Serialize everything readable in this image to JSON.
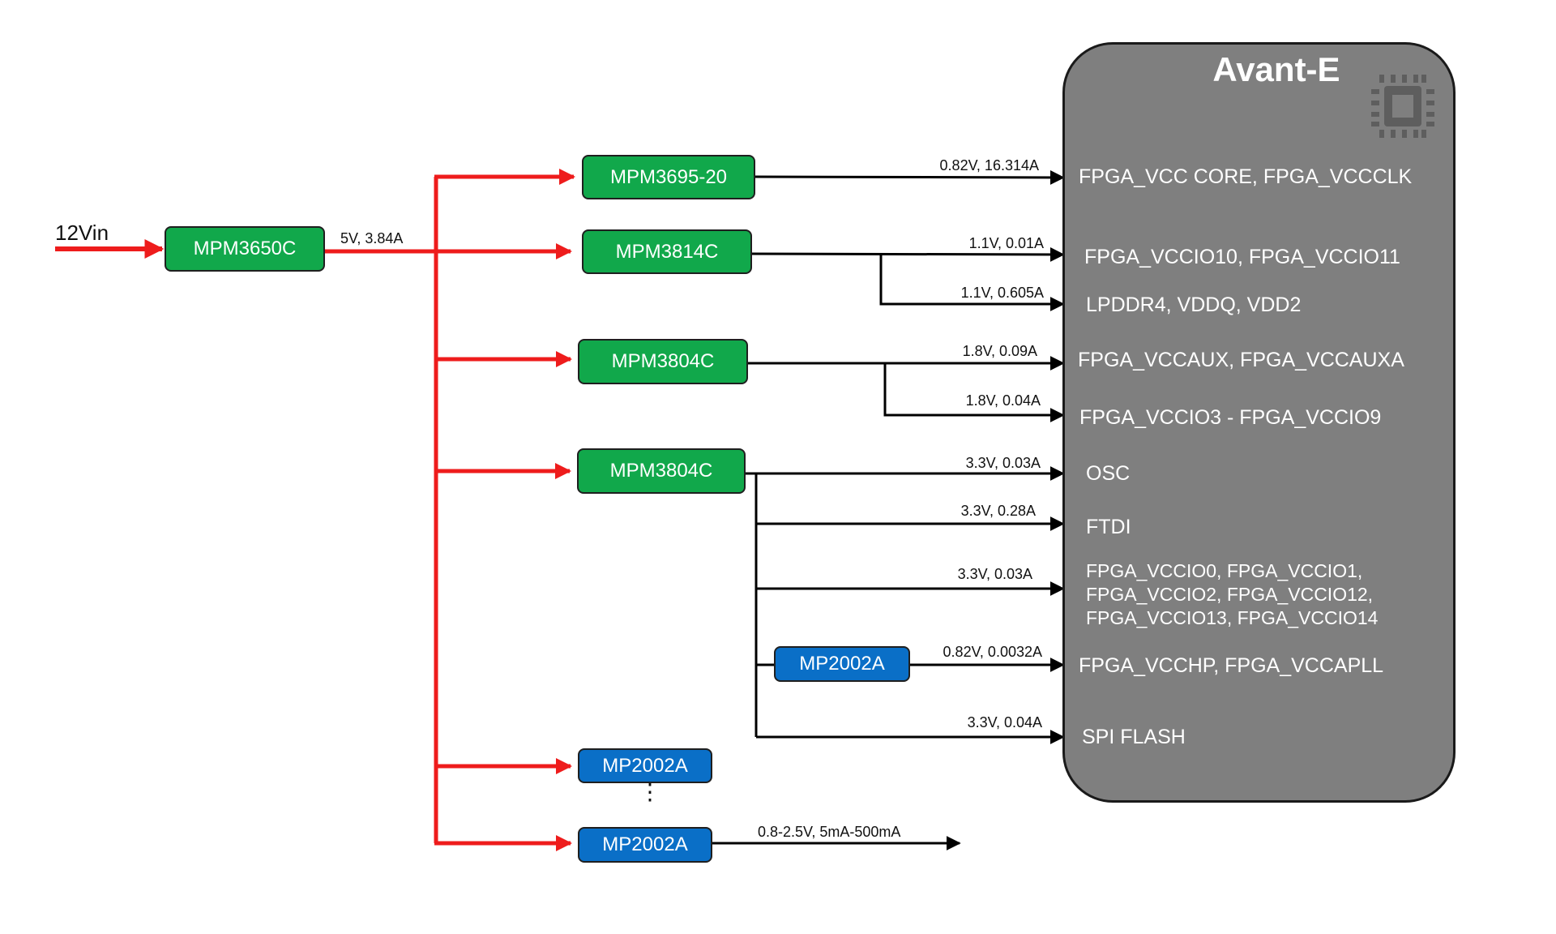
{
  "fpga": {
    "title": "Avant-E",
    "icon": "chip-icon"
  },
  "input": {
    "label": "12Vin"
  },
  "main_regulator": {
    "name": "MPM3650C",
    "output": "5V, 3.84A"
  },
  "regulators": [
    {
      "name": "MPM3695-20",
      "color": "green"
    },
    {
      "name": "MPM3814C",
      "color": "green"
    },
    {
      "name": "MPM3804C",
      "color": "green"
    },
    {
      "name": "MPM3804C",
      "color": "green"
    },
    {
      "name": "MP2002A",
      "color": "blue"
    },
    {
      "name": "MP2002A",
      "color": "blue"
    },
    {
      "name": "MP2002A",
      "color": "blue"
    }
  ],
  "rails": [
    {
      "spec": "0.82V, 16.314A",
      "target": "FPGA_VCC CORE, FPGA_VCCCLK"
    },
    {
      "spec": "1.1V, 0.01A",
      "target": "FPGA_VCCIO10, FPGA_VCCIO11"
    },
    {
      "spec": "1.1V, 0.605A",
      "target": "LPDDR4, VDDQ, VDD2"
    },
    {
      "spec": "1.8V, 0.09A",
      "target": "FPGA_VCCAUX, FPGA_VCCAUXA"
    },
    {
      "spec": "1.8V, 0.04A",
      "target": "FPGA_VCCIO3 - FPGA_VCCIO9"
    },
    {
      "spec": "3.3V, 0.03A",
      "target": "OSC"
    },
    {
      "spec": "3.3V, 0.28A",
      "target": "FTDI"
    },
    {
      "spec": "3.3V, 0.03A",
      "target_lines": [
        "FPGA_VCCIO0, FPGA_VCCIO1,",
        "FPGA_VCCIO2, FPGA_VCCIO12,",
        "FPGA_VCCIO13, FPGA_VCCIO14"
      ]
    },
    {
      "spec": "0.82V, 0.0032A",
      "target": "FPGA_VCCHP, FPGA_VCCAPLL"
    },
    {
      "spec": "3.3V, 0.04A",
      "target": "SPI FLASH"
    }
  ],
  "extra_output": {
    "spec": "0.8-2.5V, 5mA-500mA"
  },
  "ellipsis": "⋮",
  "colors": {
    "power_input": "#ee1c1c",
    "rail_line": "#000000",
    "green_module": "#11a84b",
    "blue_module": "#0a6fc7",
    "fpga_block": "#7f7f7f"
  }
}
